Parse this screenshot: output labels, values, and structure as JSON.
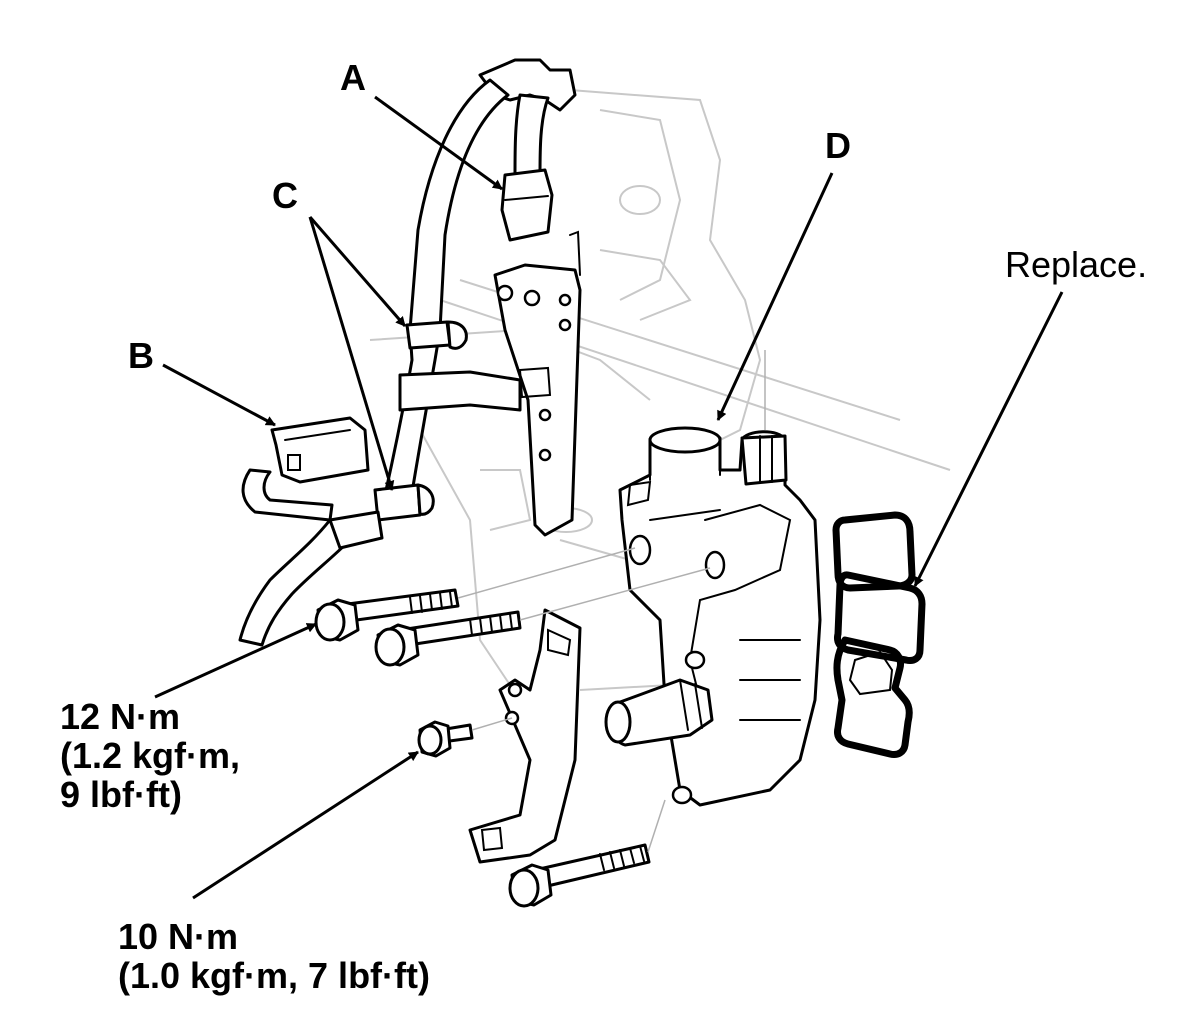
{
  "callouts": {
    "a": "A",
    "b": "B",
    "c": "C",
    "d": "D",
    "replace": "Replace."
  },
  "torque_upper": {
    "line1": "12 N·m",
    "line2": "(1.2 kgf·m,",
    "line3": "9 lbf·ft)"
  },
  "torque_lower": {
    "line1": "10 N·m",
    "line2": "(1.0 kgf·m, 7 lbf·ft)"
  }
}
